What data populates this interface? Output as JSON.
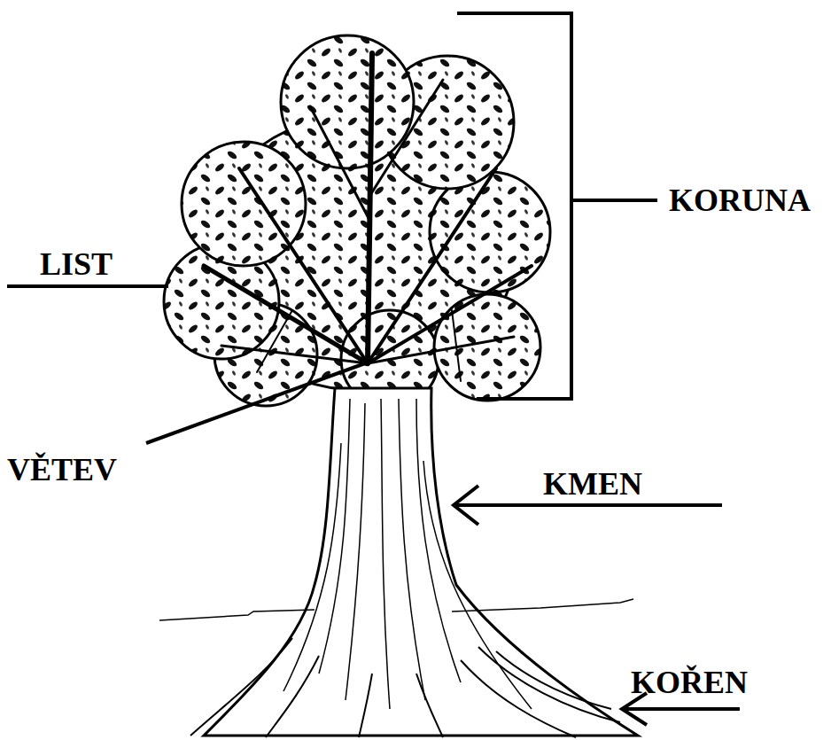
{
  "diagram": {
    "labels": [
      "KORUNA",
      "LIST",
      "VĚTEV",
      "KMEN",
      "KOŘEN"
    ]
  }
}
